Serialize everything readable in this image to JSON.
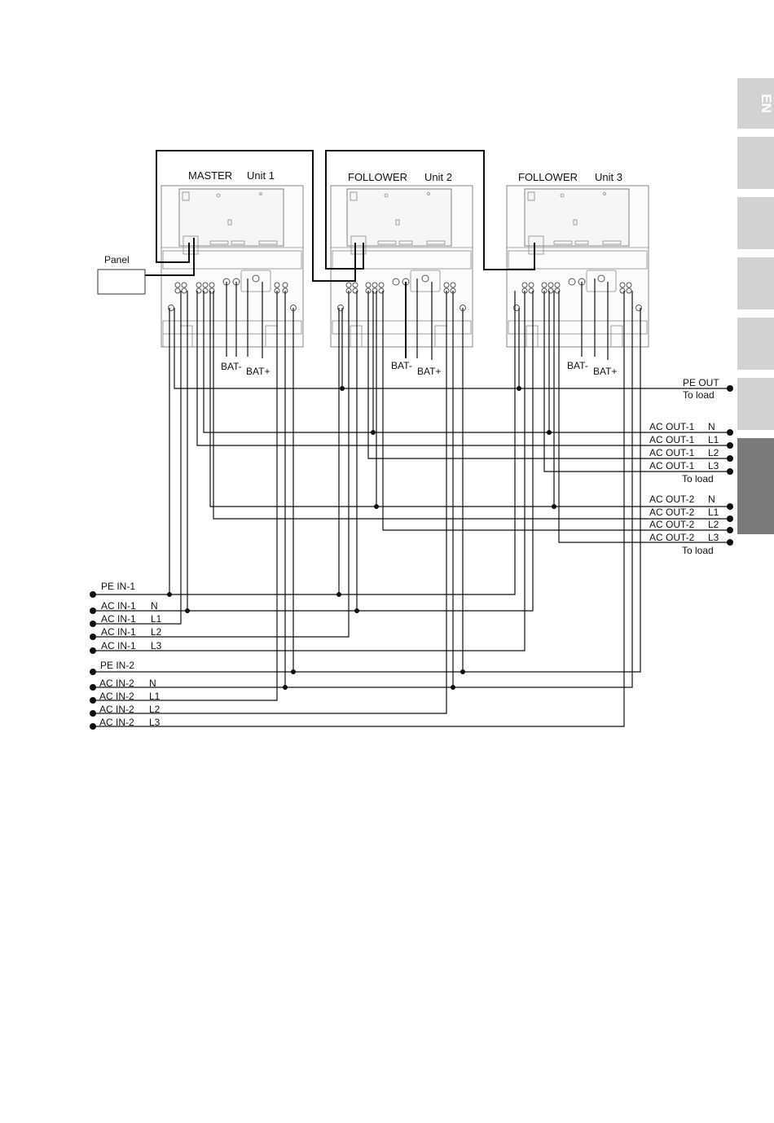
{
  "side_tabs": {
    "language": "EN"
  },
  "units": [
    {
      "role": "MASTER",
      "name": "Unit 1"
    },
    {
      "role": "FOLLOWER",
      "name": "Unit 2"
    },
    {
      "role": "FOLLOWER",
      "name": "Unit 3"
    }
  ],
  "panel_label": "Panel",
  "battery_labels": {
    "neg": "BAT-",
    "pos": "BAT+"
  },
  "right_labels": {
    "pe_out": "PE OUT",
    "to_load": "To load",
    "ac_out_1": [
      {
        "name": "AC OUT-1",
        "phase": "N"
      },
      {
        "name": "AC OUT-1",
        "phase": "L1"
      },
      {
        "name": "AC OUT-1",
        "phase": "L2"
      },
      {
        "name": "AC OUT-1",
        "phase": "L3"
      }
    ],
    "ac_out_2": [
      {
        "name": "AC OUT-2",
        "phase": "N"
      },
      {
        "name": "AC OUT-2",
        "phase": "L1"
      },
      {
        "name": "AC OUT-2",
        "phase": "L2"
      },
      {
        "name": "AC OUT-2",
        "phase": "L3"
      }
    ]
  },
  "left_labels": {
    "pe_in_1": "PE IN-1",
    "ac_in_1": [
      {
        "name": "AC IN-1",
        "phase": "N"
      },
      {
        "name": "AC IN-1",
        "phase": "L1"
      },
      {
        "name": "AC IN-1",
        "phase": "L2"
      },
      {
        "name": "AC IN-1",
        "phase": "L3"
      }
    ],
    "pe_in_2": "PE IN-2",
    "ac_in_2": [
      {
        "name": "AC IN-2",
        "phase": "N"
      },
      {
        "name": "AC IN-2",
        "phase": "L1"
      },
      {
        "name": "AC IN-2",
        "phase": "L2"
      },
      {
        "name": "AC IN-2",
        "phase": "L3"
      }
    ]
  }
}
